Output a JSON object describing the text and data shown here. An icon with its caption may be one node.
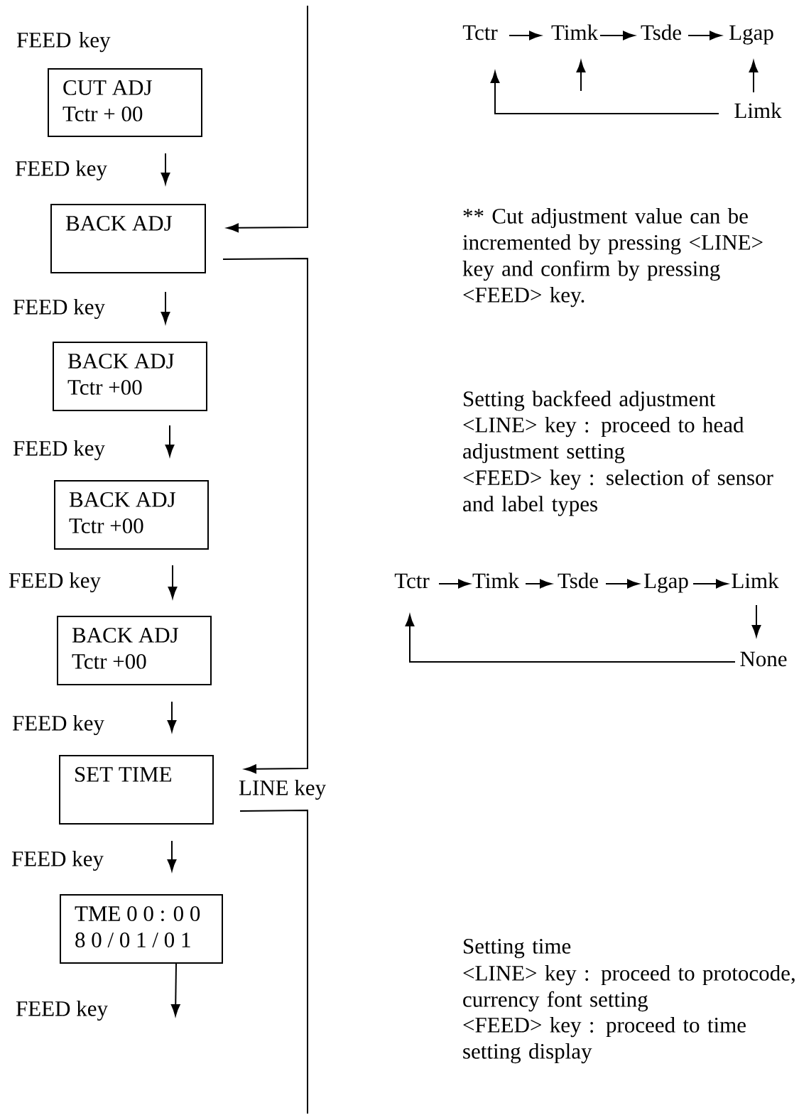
{
  "diagram": {
    "nodes": [
      {
        "text": [
          "CUT ADJ",
          "Tctr + 00"
        ]
      },
      {
        "text": [
          "BACK ADJ"
        ]
      },
      {
        "text": [
          "BACK ADJ",
          "Tctr +00"
        ]
      },
      {
        "text": [
          "BACK ADJ",
          "Tctr +00"
        ]
      },
      {
        "text": [
          "BACK ADJ",
          "Tctr +00"
        ]
      },
      {
        "text": [
          "SET TIME"
        ]
      },
      {
        "text": [
          "TME 0 0 : 0 0",
          "8 0 / 0 1 / 0 1"
        ]
      },
      {
        "text": [
          "Tctr"
        ]
      },
      {
        "text": [
          "Timk"
        ]
      },
      {
        "text": [
          "Tsde"
        ]
      },
      {
        "text": [
          "Lgap"
        ]
      },
      {
        "text": [
          "Limk"
        ]
      },
      {
        "text": [
          "Tctr"
        ]
      },
      {
        "text": [
          "Timk"
        ]
      },
      {
        "text": [
          "Tsde"
        ]
      },
      {
        "text": [
          "Lgap"
        ]
      },
      {
        "text": [
          "Limk"
        ]
      },
      {
        "text": [
          "None"
        ]
      }
    ],
    "edges": [
      {
        "from": 0,
        "to": 1,
        "arrow": "to",
        "label": "FEED key"
      },
      {
        "from": 1,
        "to": 2,
        "arrow": "to",
        "label": "FEED key"
      },
      {
        "from": 2,
        "to": 3,
        "arrow": "to",
        "label": "FEED key"
      },
      {
        "from": 3,
        "to": 4,
        "arrow": "to",
        "label": "FEED key"
      },
      {
        "from": 4,
        "to": 5,
        "arrow": "to",
        "label": "FEED key"
      },
      {
        "from": 5,
        "to": 6,
        "arrow": "to",
        "label": "FEED key"
      },
      {
        "from": 6,
        "to": null,
        "arrow": "to",
        "label": "FEED key"
      },
      {
        "from": null,
        "to": 1,
        "arrow": "to"
      },
      {
        "from": 1,
        "to": 5,
        "arrow": "to",
        "label": "LINE key"
      },
      {
        "from": 5,
        "to": null,
        "arrow": "none"
      },
      {
        "from": 7,
        "to": 8,
        "arrow": "to"
      },
      {
        "from": 8,
        "to": 9,
        "arrow": "to"
      },
      {
        "from": 9,
        "to": 10,
        "arrow": "to"
      },
      {
        "from": 11,
        "to": 10,
        "arrow": "to"
      },
      {
        "from": 11,
        "to": 7,
        "arrow": "to"
      },
      {
        "from": null,
        "to": 8,
        "arrow": "to"
      },
      {
        "from": 12,
        "to": 13,
        "arrow": "to"
      },
      {
        "from": 13,
        "to": 14,
        "arrow": "to"
      },
      {
        "from": 14,
        "to": 15,
        "arrow": "to"
      },
      {
        "from": 15,
        "to": 16,
        "arrow": "to"
      },
      {
        "from": 16,
        "to": 17,
        "arrow": "to"
      },
      {
        "from": 17,
        "to": 12,
        "arrow": "to"
      }
    ],
    "labels": [
      "FEED key",
      "** Cut adjustment value can be incremented by pressing <LINE> key and confirm by pressing <FEED> key.",
      "Setting backfeed adjustment",
      "<LINE> key : proceed to head adjustment setting",
      "<FEED> key : selection of sensor and label types",
      "Setting time",
      "<LINE> key : proceed to protocode, currency font setting",
      "<FEED> key : proceed to time setting display"
    ]
  }
}
